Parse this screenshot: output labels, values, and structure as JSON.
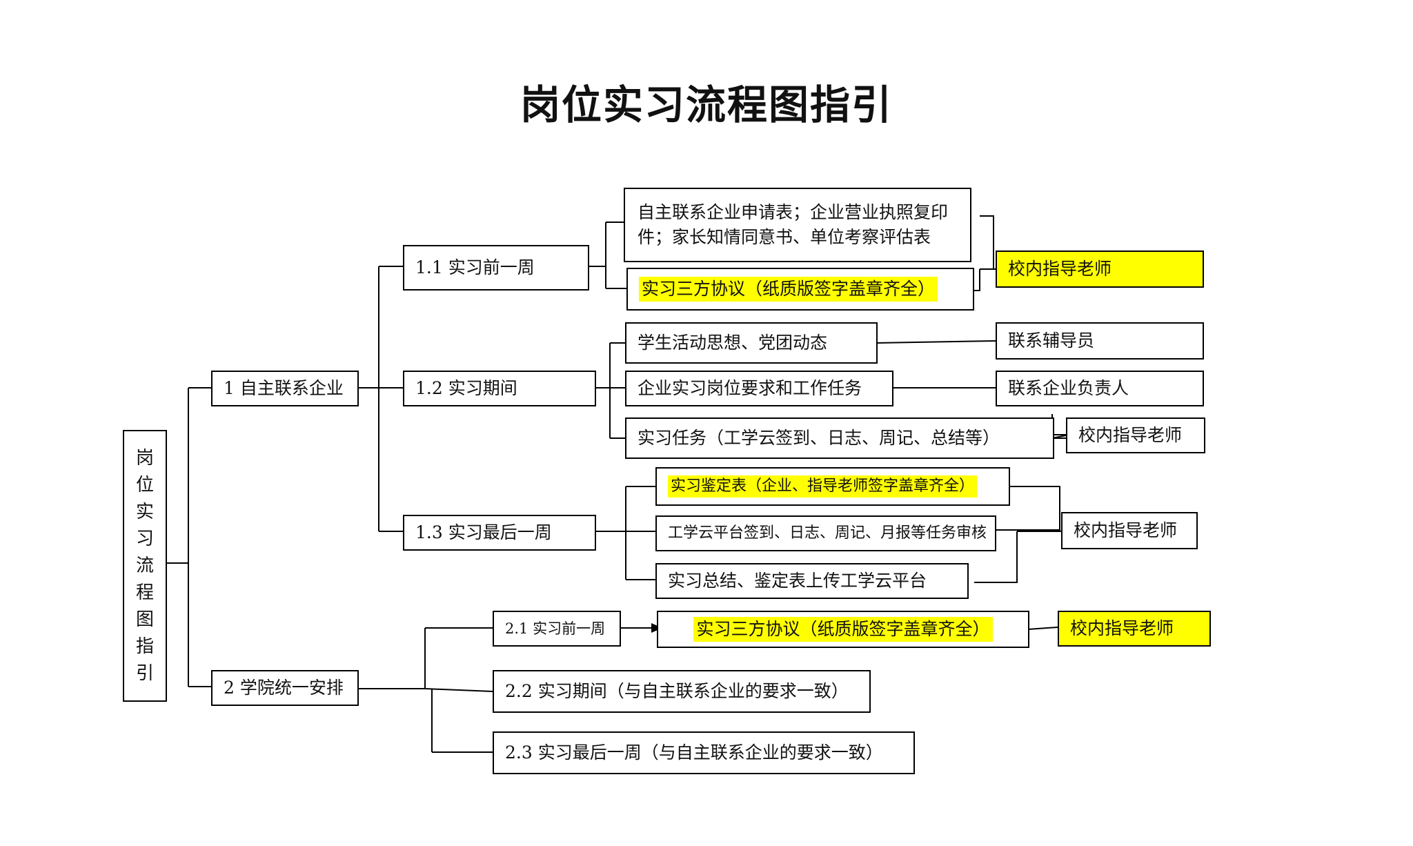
{
  "title": "岗位实习流程图指引",
  "root": "岗位实习流程图指引",
  "branch1": {
    "label": "1 自主联系企业",
    "stage1": {
      "label": "1.1 实习前一周",
      "doc1": "自主联系企业申请表；企业营业执照复印件；家长知情同意书、单位考察评估表",
      "doc2": "实习三方协议（纸质版签字盖章齐全）",
      "contact": "校内指导老师"
    },
    "stage2": {
      "label": "1.2 实习期间",
      "item1": "学生活动思想、党团动态",
      "item2": "企业实习岗位要求和工作任务",
      "item3": "实习任务（工学云签到、日志、周记、总结等）",
      "contact1": "联系辅导员",
      "contact2": "联系企业负责人",
      "contact3": "校内指导老师"
    },
    "stage3": {
      "label": "1.3 实习最后一周",
      "item1": "实习鉴定表（企业、指导老师签字盖章齐全）",
      "item2": "工学云平台签到、日志、周记、月报等任务审核",
      "item3": "实习总结、鉴定表上传工学云平台",
      "contact": "校内指导老师"
    }
  },
  "branch2": {
    "label": "2 学院统一安排",
    "stage1": {
      "label": "2.1 实习前一周",
      "doc": "实习三方协议（纸质版签字盖章齐全）",
      "contact": "校内指导老师"
    },
    "stage2": {
      "label": "2.2 实习期间（与自主联系企业的要求一致）"
    },
    "stage3": {
      "label": "2.3 实习最后一周（与自主联系企业的要求一致）"
    }
  }
}
